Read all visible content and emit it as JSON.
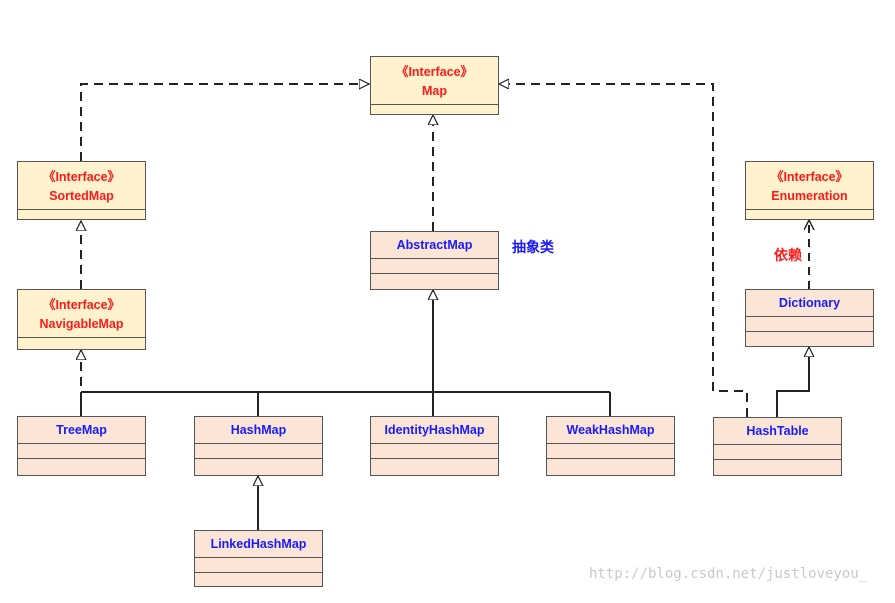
{
  "interfaces": {
    "map": {
      "stereotype": "《Interface》",
      "name": "Map"
    },
    "sorted_map": {
      "stereotype": "《Interface》",
      "name": "SortedMap"
    },
    "navigable_map": {
      "stereotype": "《Interface》",
      "name": "NavigableMap"
    },
    "enumeration": {
      "stereotype": "《Interface》",
      "name": "Enumeration"
    }
  },
  "classes": {
    "abstract_map": "AbstractMap",
    "dictionary": "Dictionary",
    "tree_map": "TreeMap",
    "hash_map": "HashMap",
    "identity_hash_map": "IdentityHashMap",
    "weak_hash_map": "WeakHashMap",
    "hash_table": "HashTable",
    "linked_hash_map": "LinkedHashMap"
  },
  "notes": {
    "abstract": "抽象类",
    "depends": "依赖"
  },
  "watermark": "http://blog.csdn.net/justloveyou_",
  "colors": {
    "interface_fill": "#fff2cc",
    "class_fill": "#fbe5d6",
    "stereotype_text": "#ff1a1a",
    "class_text": "#1a1aff"
  }
}
